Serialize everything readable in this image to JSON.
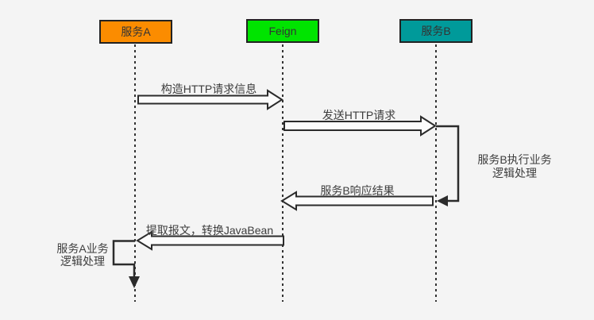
{
  "diagram": {
    "type": "sequence-diagram",
    "background_color": "#f4f4f4",
    "line_color": "#2b2b2b",
    "text_color": "#3d3d3d",
    "arrow_fill_color": "#fcfcfc"
  },
  "actors": [
    {
      "label": "服务A",
      "color": "#fb8c00"
    },
    {
      "label": "Feign",
      "color": "#00e400"
    },
    {
      "label": "服务B",
      "color": "#009a9a"
    }
  ],
  "messages": [
    {
      "label": "构造HTTP请求信息",
      "from": "服务A",
      "to": "Feign",
      "direction": "right"
    },
    {
      "label": "发送HTTP请求",
      "from": "Feign",
      "to": "服务B",
      "direction": "right"
    },
    {
      "label": "服务B响应结果",
      "from": "服务B",
      "to": "Feign",
      "direction": "left"
    },
    {
      "label": "提取报文，转换JavaBean",
      "from": "Feign",
      "to": "服务A",
      "direction": "left"
    }
  ],
  "notes": [
    {
      "label": "服务B执行业务\n逻辑处理",
      "actor": "服务B"
    },
    {
      "label": "服务A业务\n逻辑处理",
      "actor": "服务A"
    }
  ]
}
